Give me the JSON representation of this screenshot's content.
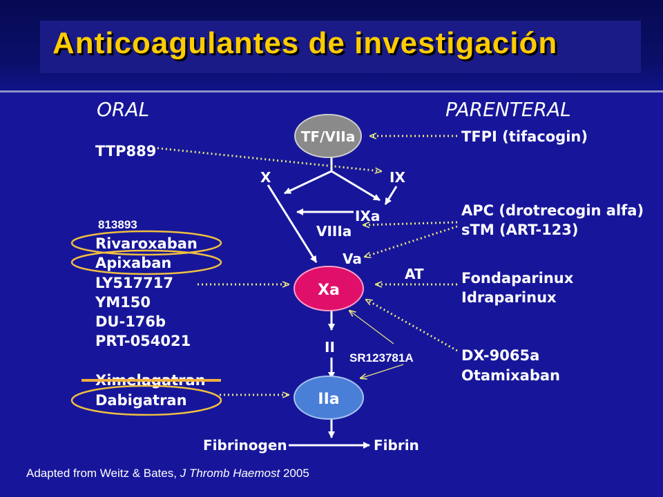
{
  "title": "Anticoagulantes de investigación",
  "headers": {
    "oral": "ORAL",
    "parenteral": "PARENTERAL"
  },
  "nodes": {
    "tf_viia": "TF/VIIa",
    "xa": "Xa",
    "iia": "IIa",
    "x": "X",
    "ix": "IX",
    "ixa": "IXa",
    "viiia": "VIIIa",
    "va": "Va",
    "ii": "II",
    "at": "AT",
    "fibrinogen": "Fibrinogen",
    "fibrin": "Fibrin"
  },
  "oral_drugs": {
    "ttp889": "TTP889",
    "id_813893": "813893",
    "rivaroxaban": "Rivaroxaban",
    "apixaban": "Apixaban",
    "ly517717": "LY517717",
    "ym150": "YM150",
    "du176b": "DU-176b",
    "prt054021": "PRT-054021",
    "ximelagatran": "Ximelagatran",
    "dabigatran": "Dabigatran"
  },
  "parenteral_drugs": {
    "tfpi": "TFPI (tifacogin)",
    "apc": "APC (drotrecogin alfa)",
    "stm": "sTM (ART-123)",
    "fondaparinux": "Fondaparinux",
    "idraparinux": "Idraparinux",
    "dx9065a": "DX-9065a",
    "otamixaban": "Otamixaban"
  },
  "added_label": "SR123781A",
  "citation": {
    "prefix": "Adapted from Weitz & Bates, ",
    "journal": "J Thromb Haemost",
    "year": " 2005"
  },
  "colors": {
    "background": "#17169a",
    "title": "#ffcc00",
    "tf_node": "#8a8a8a",
    "xa_node": "#e0106a",
    "iia_node": "#4a7fd8",
    "highlight": "#f0c040",
    "dotted_arrow": "#e8e880"
  }
}
